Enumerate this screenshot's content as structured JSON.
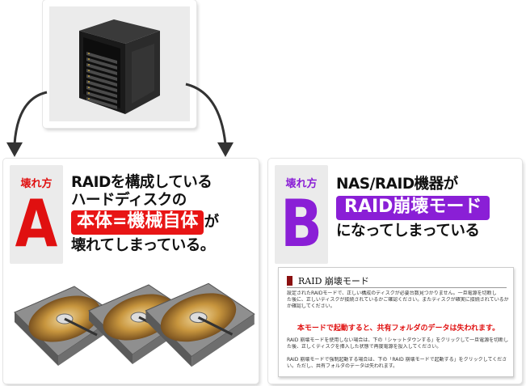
{
  "panel_a": {
    "tag_label": "壊れ方",
    "tag_letter": "A",
    "line1": "RAIDを構成している",
    "line2": "ハードディスクの",
    "highlight": "本体=機械自体",
    "highlight_suffix": "が",
    "line4": "壊れてしまっている。"
  },
  "panel_b": {
    "tag_label": "壊れ方",
    "tag_letter": "B",
    "line1": "NAS/RAID機器が",
    "highlight": "RAID崩壊モード",
    "line3": "になってしまっている"
  },
  "raid_window": {
    "title": "RAID 崩壊モード",
    "p1_line1": "設定されたRAIDモードで、正しい構成のディスクが必要台数見つかりません。一旦電源を切断し",
    "p1_line2": "た後に、正しいディスクが接続されているかご確認ください。またディスクが確実に接続されているか",
    "p1_line3": "か確認してください。",
    "warning": "本モードで起動すると、共有フォルダのデータは失われます。",
    "p2_line1": "RAID 崩壊モードを使用しない場合は、下の「シャットダウンする」をクリックして一旦電源を切断し",
    "p2_line2": "た後、正しくディスクを挿入した状態で再度電源を投入してください。",
    "p3_line1": "RAID 崩壊モードで強制起動する場合は、下の「RAID 崩壊モードで起動する」をクリックしてくださ",
    "p3_line2": "い。ただし、共有フォルダのデータは失われます。"
  },
  "colors": {
    "accent_a": "#e01010",
    "accent_b": "#8a1fd6",
    "highlight_a": "#e81515",
    "tag_bg": "#ebebeb"
  },
  "icons": [
    "server-tower-icon",
    "hard-disk-icon"
  ]
}
